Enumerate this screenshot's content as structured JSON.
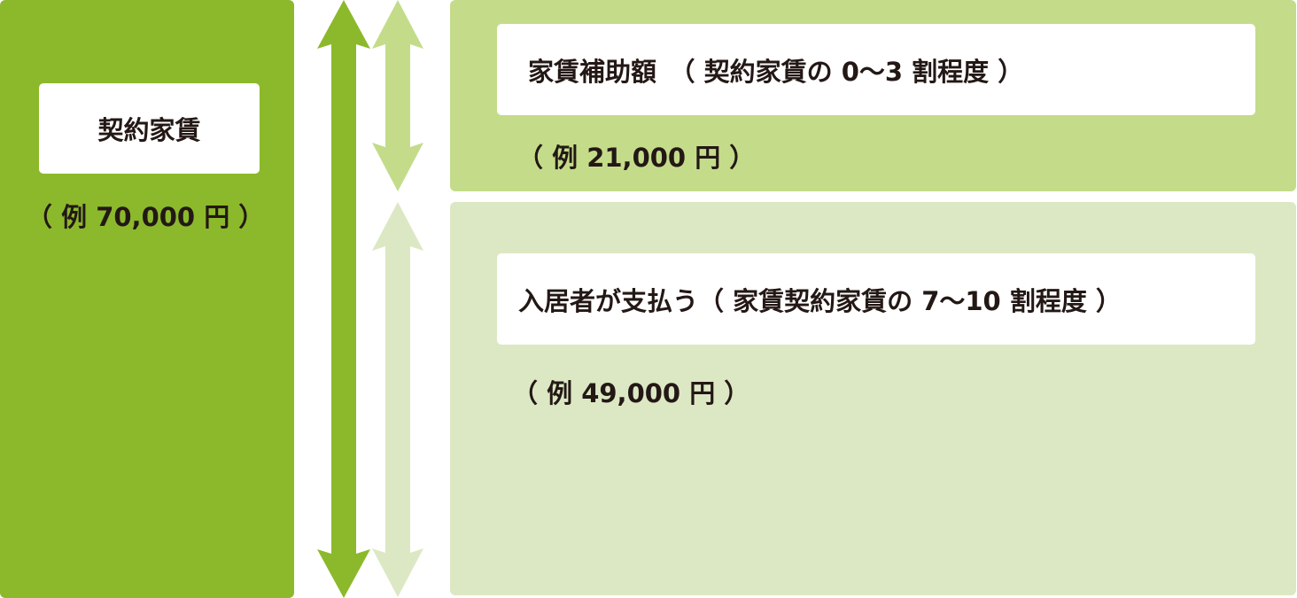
{
  "colors": {
    "dark_green": "#8cb92b",
    "mid_green": "#c4dc8a",
    "light_green": "#dce8c4"
  },
  "left": {
    "title": "契約家賃",
    "example": "（ 例 70,000 円 ）"
  },
  "subsidy": {
    "title": "家賃補助額　（ 契約家賃の 0〜3 割程度 ）",
    "example": "（ 例 21,000 円 ）"
  },
  "tenant": {
    "title": "入居者が支払う（ 家賃契約家賃の 7〜10 割程度 ）",
    "example": "（ 例 49,000 円 ）"
  }
}
